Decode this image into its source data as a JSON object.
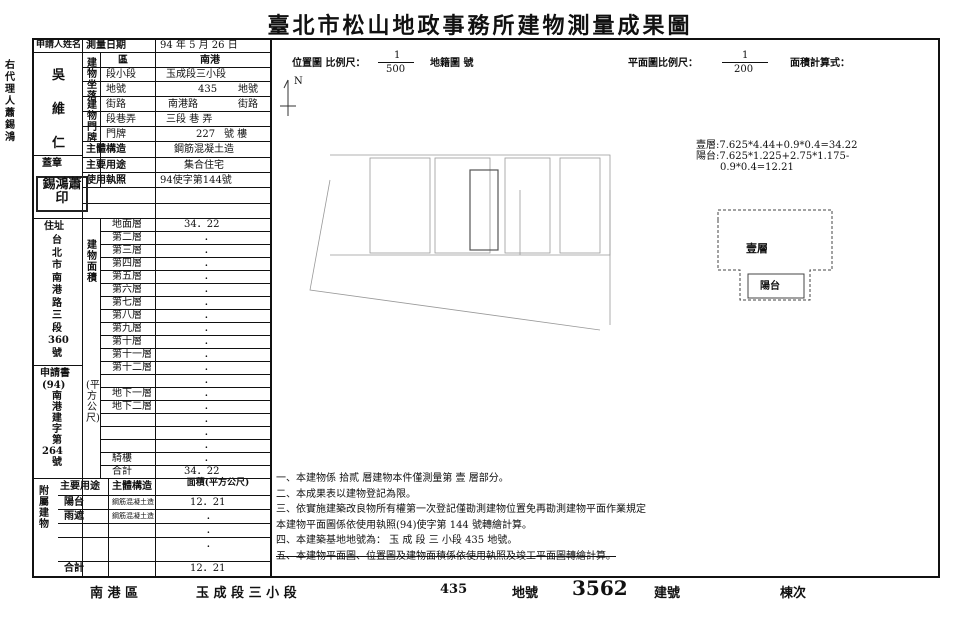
{
  "title": "臺北市松山地政事務所建物測量成果圖",
  "agent_side": "右代理人蕭錫鴻",
  "applicant_label": "申請人姓名",
  "applicant_name": [
    "吳",
    "維",
    "仁"
  ],
  "seal_label": "蓋章",
  "seal_text": "錫鴻蕭印",
  "address_label": "住址",
  "address_chars": [
    "台",
    "北",
    "市",
    "南",
    "港",
    "路",
    "三",
    "段",
    "360",
    "號"
  ],
  "application_label": "申請書",
  "application_chars": [
    "(94)",
    "南",
    "港",
    "建",
    "字",
    "第",
    "264",
    "號"
  ],
  "survey_date_label": "測量日期",
  "survey_date": "94 年 5 月 26 日",
  "building_location_label": "建物坐落",
  "district_label": "區",
  "district": "南港",
  "section_label": "段小段",
  "section": "玉成段三小段",
  "lot_label": "地號",
  "lot": "435",
  "lot_unit": "地號",
  "door_label": "建物門牌",
  "street_label": "街路",
  "street": "南港路",
  "street_unit": "街路",
  "lane_label": "段巷弄",
  "lane": "三段 巷 弄",
  "number_label": "門牌",
  "number": "227",
  "number_unit": "號 樓",
  "structure_label": "主體構造",
  "structure": "鋼筋混凝土造",
  "use_label": "主要用途",
  "use": "集合住宅",
  "license_label": "使用執照",
  "license": "94使字第144號",
  "floor_area_label": "建物面積",
  "floor_area_unit": "(平方公尺)",
  "floors": [
    {
      "name": "地面層",
      "value": "34．22"
    },
    {
      "name": "第二層",
      "value": "．"
    },
    {
      "name": "第三層",
      "value": "．"
    },
    {
      "name": "第四層",
      "value": "．"
    },
    {
      "name": "第五層",
      "value": "．"
    },
    {
      "name": "第六層",
      "value": "．"
    },
    {
      "name": "第七層",
      "value": "．"
    },
    {
      "name": "第八層",
      "value": "．"
    },
    {
      "name": "第九層",
      "value": "．"
    },
    {
      "name": "第十層",
      "value": "．"
    },
    {
      "name": "第十一層",
      "value": "．"
    },
    {
      "name": "第十二層",
      "value": "．"
    },
    {
      "name": "",
      "value": "．"
    },
    {
      "name": "地下一層",
      "value": "．"
    },
    {
      "name": "地下二層",
      "value": "．"
    },
    {
      "name": "",
      "value": "．"
    },
    {
      "name": "",
      "value": "．"
    },
    {
      "name": "",
      "value": "．"
    },
    {
      "name": "騎樓",
      "value": "．"
    },
    {
      "name": "合計",
      "value": "34．22"
    }
  ],
  "annex_label": "附屬建物",
  "annex_headers": [
    "主要用途",
    "主體構造",
    "面積(平方公尺)"
  ],
  "annex_rows": [
    {
      "use": "陽台",
      "structure": "鋼筋混凝土造",
      "area": "12．21"
    },
    {
      "use": "雨遮",
      "structure": "鋼筋混凝土造",
      "area": "．"
    },
    {
      "use": "",
      "structure": "",
      "area": "．"
    },
    {
      "use": "",
      "structure": "",
      "area": "．"
    }
  ],
  "annex_total_label": "合計",
  "annex_total": "12．21",
  "location_map_label": "位置圖 比例尺：",
  "location_scale_num": "1",
  "location_scale_den": "500",
  "parcel_label": "地籍圖 號",
  "plan_scale_label": "平面圖比例尺：",
  "plan_scale_num": "1",
  "plan_scale_den": "200",
  "area_formula_label": "面積計算式：",
  "north": "N",
  "formula_lines": [
    "壹層:7.625*4.44+0.9*0.4=34.22",
    "陽台:7.625*1.225+2.75*1.175-",
    "0.9*0.4=12.21"
  ],
  "plan_floor_label": "壹層",
  "plan_balcony_label": "陽台",
  "notes": [
    "一、本建物係 拾貳 層建物本件僅測量第 壹 層部分。",
    "二、本成果表以建物登記為限。",
    "三、依實施建築改良物所有權第一次登記僅勘測建物位置免再勘測建物平面作業規定",
    "    本建物平面圖係依使用執照(94)使字第 144 號轉繪計算。",
    "四、本建築基地地號為： 玉 成 段 三 小段 435 地號。",
    "五、本建物平面圖、位置圖及建物面積係依使用執照及竣工平面圖轉繪計算。"
  ],
  "footer": {
    "district": "南 港 區",
    "section": "玉 成 段 三 小 段",
    "lot": "435",
    "lot_label": "地號",
    "building_no": "3562",
    "building_label": "建號",
    "sheet_label": "棟次"
  }
}
